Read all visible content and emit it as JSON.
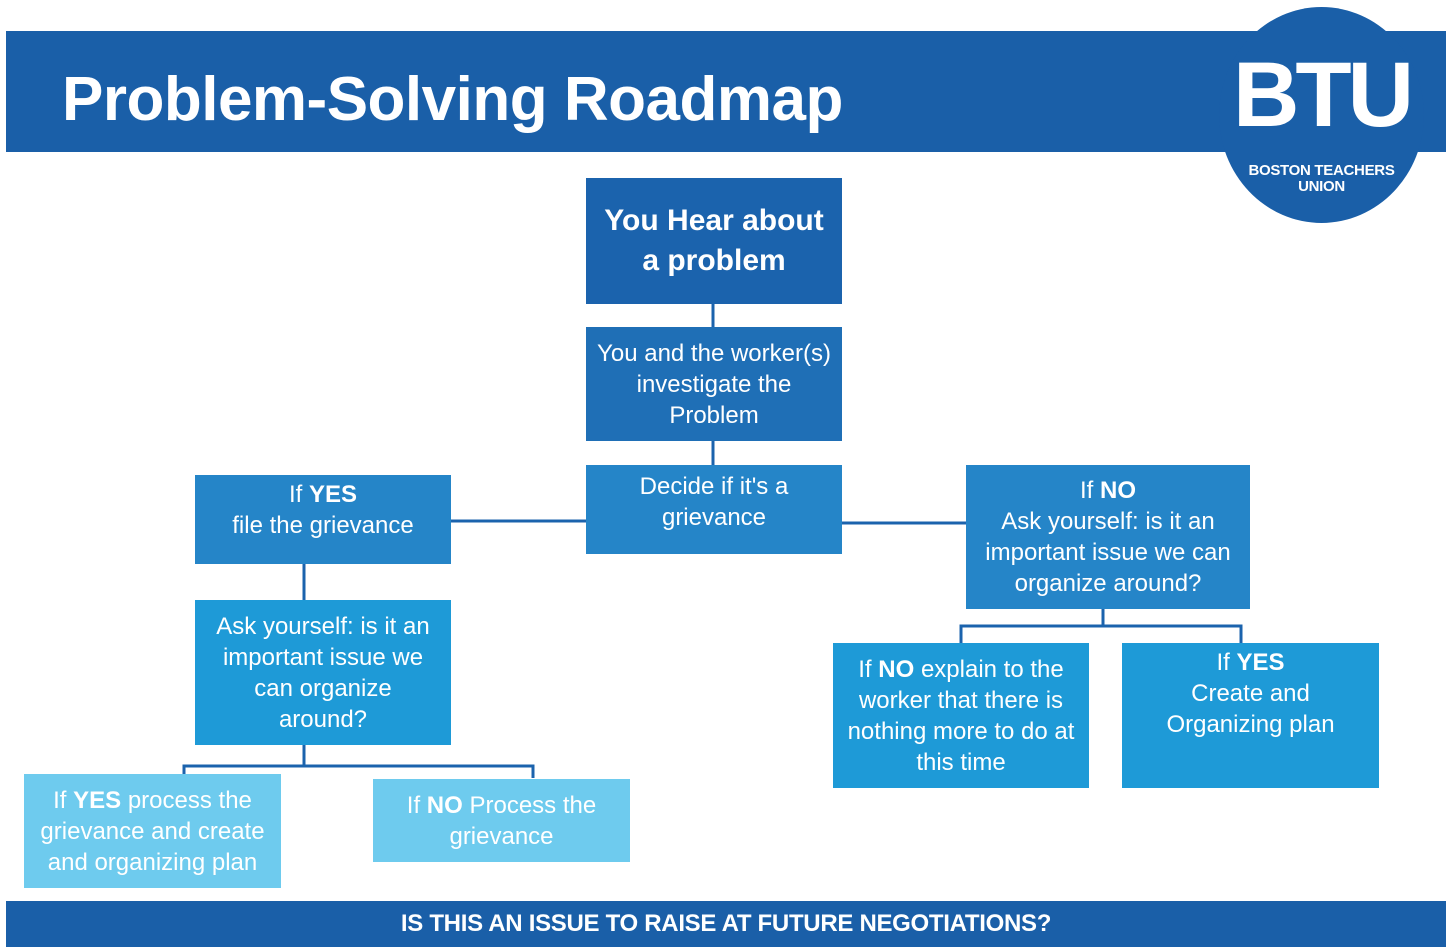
{
  "header": {
    "title": "Problem-Solving Roadmap"
  },
  "logo": {
    "mark": "BTU",
    "line1": "BOSTON TEACHERS",
    "line2": "UNION"
  },
  "colors": {
    "banner": "#1a5fa8",
    "box_dark": "#1b63ad",
    "box_mid": "#1f6fb6",
    "box_blue": "#2585c8",
    "box_cyan": "#1e9ad7",
    "box_light": "#6ecbee"
  },
  "nodes": {
    "start": "You Hear about a problem",
    "investigate": "You and the worker(s) investigate the Problem",
    "decide": "Decide if it's a grievance",
    "yes_file": {
      "prefix": "If ",
      "bold": "YES",
      "rest": "file the grievance"
    },
    "yes_ask": "Ask yourself: is it an important issue we can organize around?",
    "yes_yes": {
      "prefix": "If ",
      "bold": "YES",
      "rest": " process the grievance and create and organizing plan"
    },
    "yes_no": {
      "prefix": "If ",
      "bold": "NO",
      "rest": " Process the grievance"
    },
    "no_ask": {
      "prefix": "If ",
      "bold": "NO",
      "rest": "Ask yourself: is it an important issue we can organize around?"
    },
    "no_no": {
      "prefix": "If ",
      "bold": "NO",
      "rest": " explain to the worker that there is nothing more to do at this time"
    },
    "no_yes": {
      "prefix": "If ",
      "bold": "YES",
      "rest": "Create and Organizing plan"
    }
  },
  "footer": {
    "text": "IS THIS AN ISSUE TO RAISE AT FUTURE NEGOTIATIONS?"
  }
}
